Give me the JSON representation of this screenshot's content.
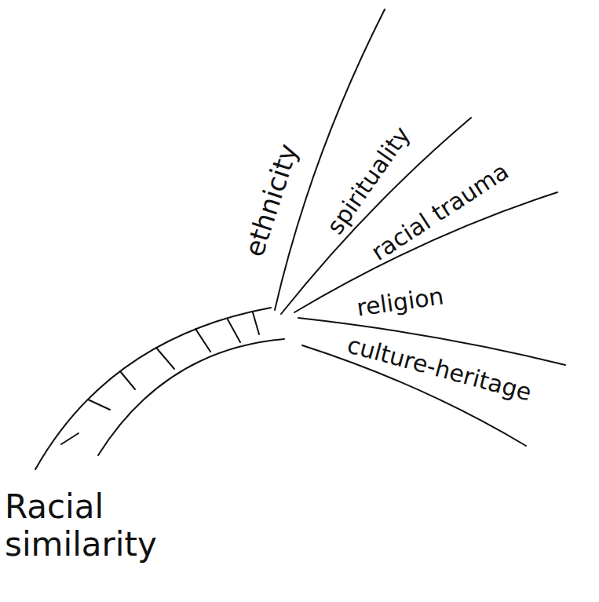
{
  "diagram": {
    "labels": [
      "Racial similarity",
      "ethnicity",
      "spirituality",
      "racial trauma",
      "religion",
      "culture-heritage"
    ]
  }
}
